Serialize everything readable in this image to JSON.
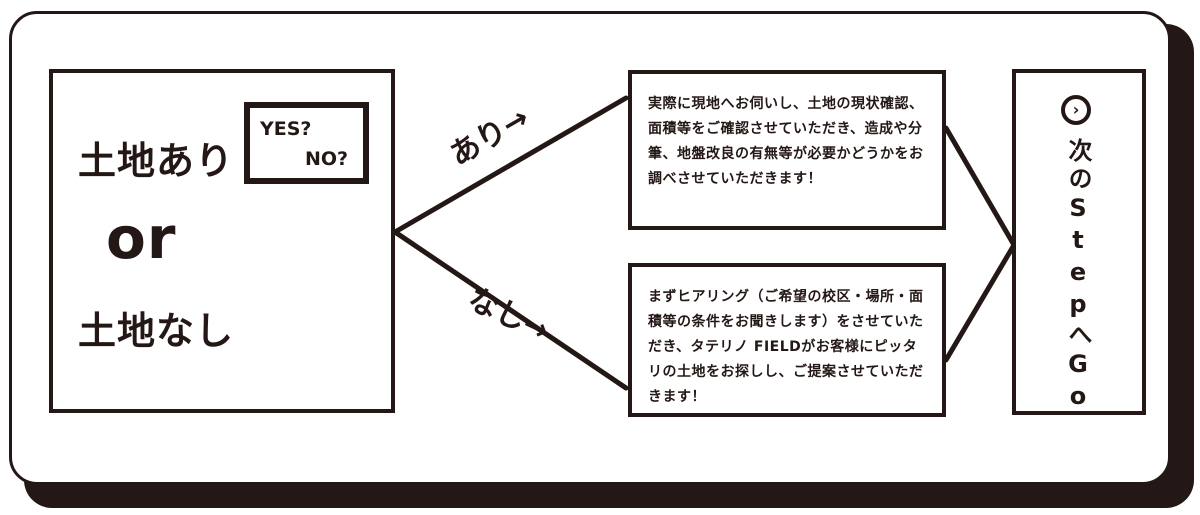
{
  "left": {
    "land_yes": "土地あり",
    "or": "or",
    "land_no": "土地なし",
    "sign_yes": "YES?",
    "sign_no": "NO?"
  },
  "branches": {
    "ari_label": "あり→",
    "nashi_label": "なし→"
  },
  "messages": {
    "ari": "実際に現地へお伺いし、土地の現状確認、面積等をご確認させていただき、造成や分筆、地盤改良の有無等が必要かどうかをお調べさせていただきます！",
    "nashi": "まずヒアリング（ご希望の校区・場所・面積等の条件をお聞きします）をさせていただき、タテリノ FIELDがお客様にピッタリの土地をお探しし、ご提案させていただきます！"
  },
  "next": {
    "icon": "chevron-right-icon",
    "label": "次のStepへGo"
  },
  "colors": {
    "ink": "#231815",
    "background": "#ffffff"
  }
}
